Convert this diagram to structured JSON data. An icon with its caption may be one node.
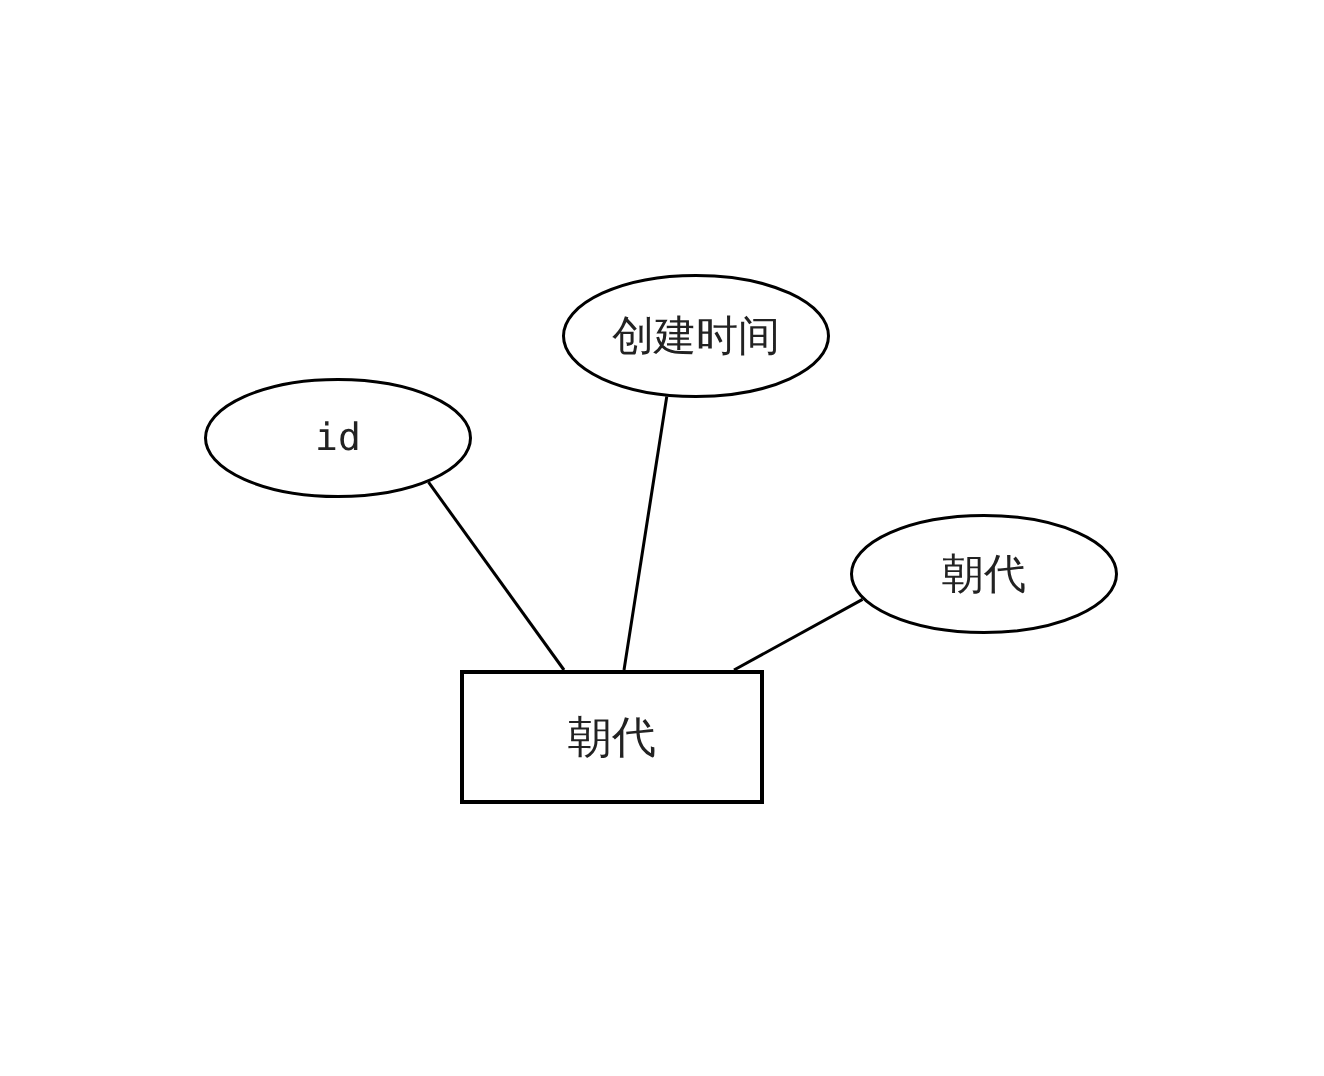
{
  "diagram": {
    "nodes": [
      {
        "text": [
          "创建时间"
        ]
      },
      {
        "text": [
          "id"
        ]
      },
      {
        "text": [
          "朝代"
        ]
      },
      {
        "text": [
          "朝代"
        ]
      }
    ],
    "edges": [
      {
        "from": 1,
        "to": 3,
        "arrow": "none"
      },
      {
        "from": 0,
        "to": 3,
        "arrow": "none"
      },
      {
        "from": 2,
        "to": 3,
        "arrow": "none"
      }
    ]
  }
}
